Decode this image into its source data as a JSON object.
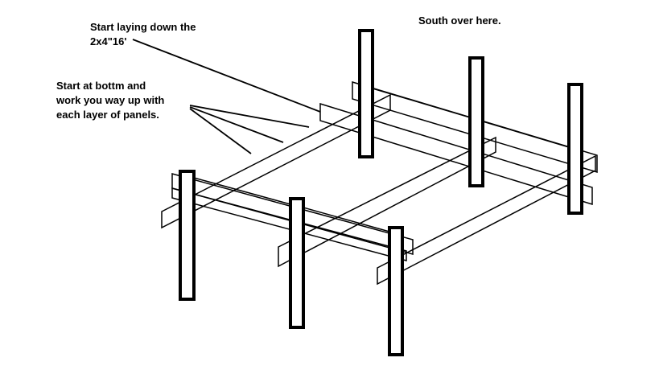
{
  "annotations": {
    "lay_boards": [
      "Start laying down the",
      "2x4\"16'"
    ],
    "bottom_up": [
      "Start at bottm and",
      "work you way up with",
      "each layer of panels."
    ],
    "south": "South over here."
  },
  "colors": {
    "ink": "#000000",
    "paper": "#ffffff"
  }
}
